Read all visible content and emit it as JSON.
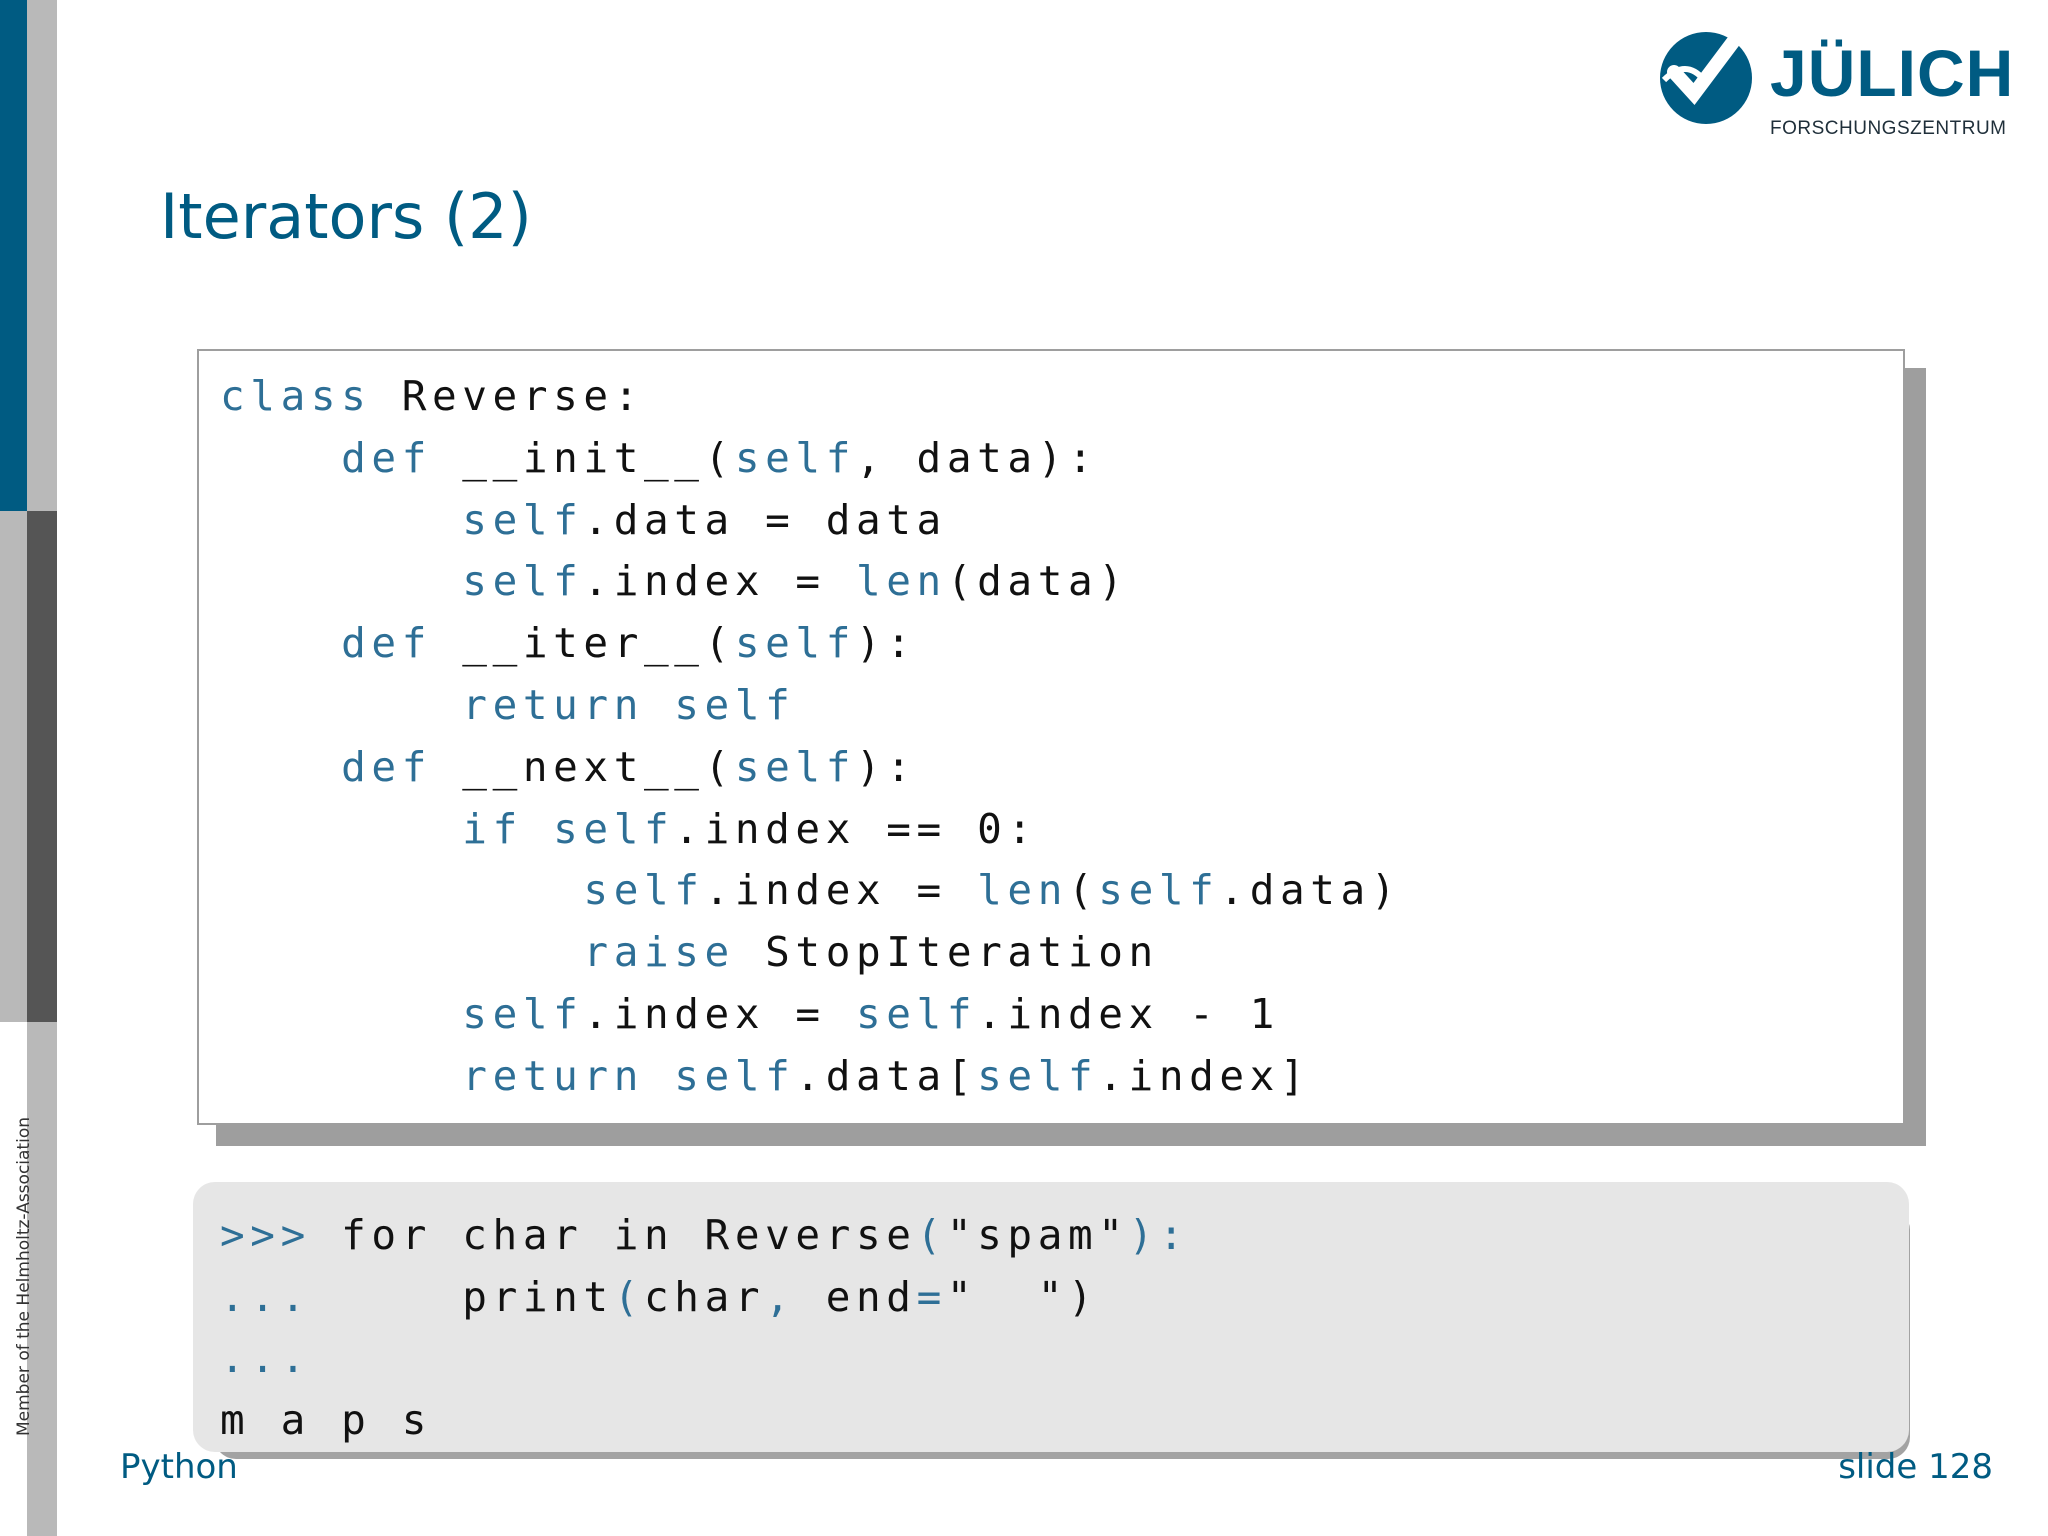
{
  "slide": {
    "title": "Iterators (2)",
    "footer_left": "Python",
    "footer_right": "slide 128",
    "sidebar_text": "Member of the Helmholtz-Association"
  },
  "logo": {
    "word": "JÜLICH",
    "subtitle": "FORSCHUNGSZENTRUM",
    "color": "#005b82"
  },
  "colors": {
    "brand_blue": "#005b82",
    "keyword": "#2e6f96",
    "code_text": "#111111",
    "console_bg": "#e6e6e6"
  },
  "code": {
    "lines": [
      [
        {
          "t": "class",
          "k": 1
        },
        {
          "t": " Reverse:",
          "k": 0
        }
      ],
      [
        {
          "t": "    ",
          "k": 0
        },
        {
          "t": "def",
          "k": 1
        },
        {
          "t": " __init__(",
          "k": 0
        },
        {
          "t": "self",
          "k": 1
        },
        {
          "t": ", data):",
          "k": 0
        }
      ],
      [
        {
          "t": "        ",
          "k": 0
        },
        {
          "t": "self",
          "k": 1
        },
        {
          "t": ".data = data",
          "k": 0
        }
      ],
      [
        {
          "t": "        ",
          "k": 0
        },
        {
          "t": "self",
          "k": 1
        },
        {
          "t": ".index = ",
          "k": 0
        },
        {
          "t": "len",
          "k": 1
        },
        {
          "t": "(data)",
          "k": 0
        }
      ],
      [
        {
          "t": "    ",
          "k": 0
        },
        {
          "t": "def",
          "k": 1
        },
        {
          "t": " __iter__(",
          "k": 0
        },
        {
          "t": "self",
          "k": 1
        },
        {
          "t": "):",
          "k": 0
        }
      ],
      [
        {
          "t": "        ",
          "k": 0
        },
        {
          "t": "return self",
          "k": 1
        }
      ],
      [
        {
          "t": "    ",
          "k": 0
        },
        {
          "t": "def",
          "k": 1
        },
        {
          "t": " __next__(",
          "k": 0
        },
        {
          "t": "self",
          "k": 1
        },
        {
          "t": "):",
          "k": 0
        }
      ],
      [
        {
          "t": "        ",
          "k": 0
        },
        {
          "t": "if self",
          "k": 1
        },
        {
          "t": ".index == 0:",
          "k": 0
        }
      ],
      [
        {
          "t": "            ",
          "k": 0
        },
        {
          "t": "self",
          "k": 1
        },
        {
          "t": ".index = ",
          "k": 0
        },
        {
          "t": "len",
          "k": 1
        },
        {
          "t": "(",
          "k": 0
        },
        {
          "t": "self",
          "k": 1
        },
        {
          "t": ".data)",
          "k": 0
        }
      ],
      [
        {
          "t": "            ",
          "k": 0
        },
        {
          "t": "raise",
          "k": 1
        },
        {
          "t": " StopIteration",
          "k": 0
        }
      ],
      [
        {
          "t": "        ",
          "k": 0
        },
        {
          "t": "self",
          "k": 1
        },
        {
          "t": ".index = ",
          "k": 0
        },
        {
          "t": "self",
          "k": 1
        },
        {
          "t": ".index - 1",
          "k": 0
        }
      ],
      [
        {
          "t": "        ",
          "k": 0
        },
        {
          "t": "return self",
          "k": 1
        },
        {
          "t": ".data[",
          "k": 0
        },
        {
          "t": "self",
          "k": 1
        },
        {
          "t": ".index]",
          "k": 0
        }
      ]
    ]
  },
  "console": {
    "lines": [
      [
        {
          "t": ">>> ",
          "k": 1
        },
        {
          "t": "for char in Reverse",
          "k": 0
        },
        {
          "t": "(",
          "k": 1
        },
        {
          "t": "\"spam\"",
          "k": 0
        },
        {
          "t": "):",
          "k": 1
        }
      ],
      [
        {
          "t": "...     ",
          "k": 1
        },
        {
          "t": "print",
          "k": 0
        },
        {
          "t": "(",
          "k": 1
        },
        {
          "t": "char",
          "k": 0
        },
        {
          "t": ", ",
          "k": 1
        },
        {
          "t": "end",
          "k": 0
        },
        {
          "t": "=",
          "k": 1
        },
        {
          "t": "\"  \")",
          "k": 0
        }
      ],
      [
        {
          "t": "...",
          "k": 1
        }
      ],
      [
        {
          "t": "m a p s",
          "k": 0
        }
      ]
    ]
  }
}
